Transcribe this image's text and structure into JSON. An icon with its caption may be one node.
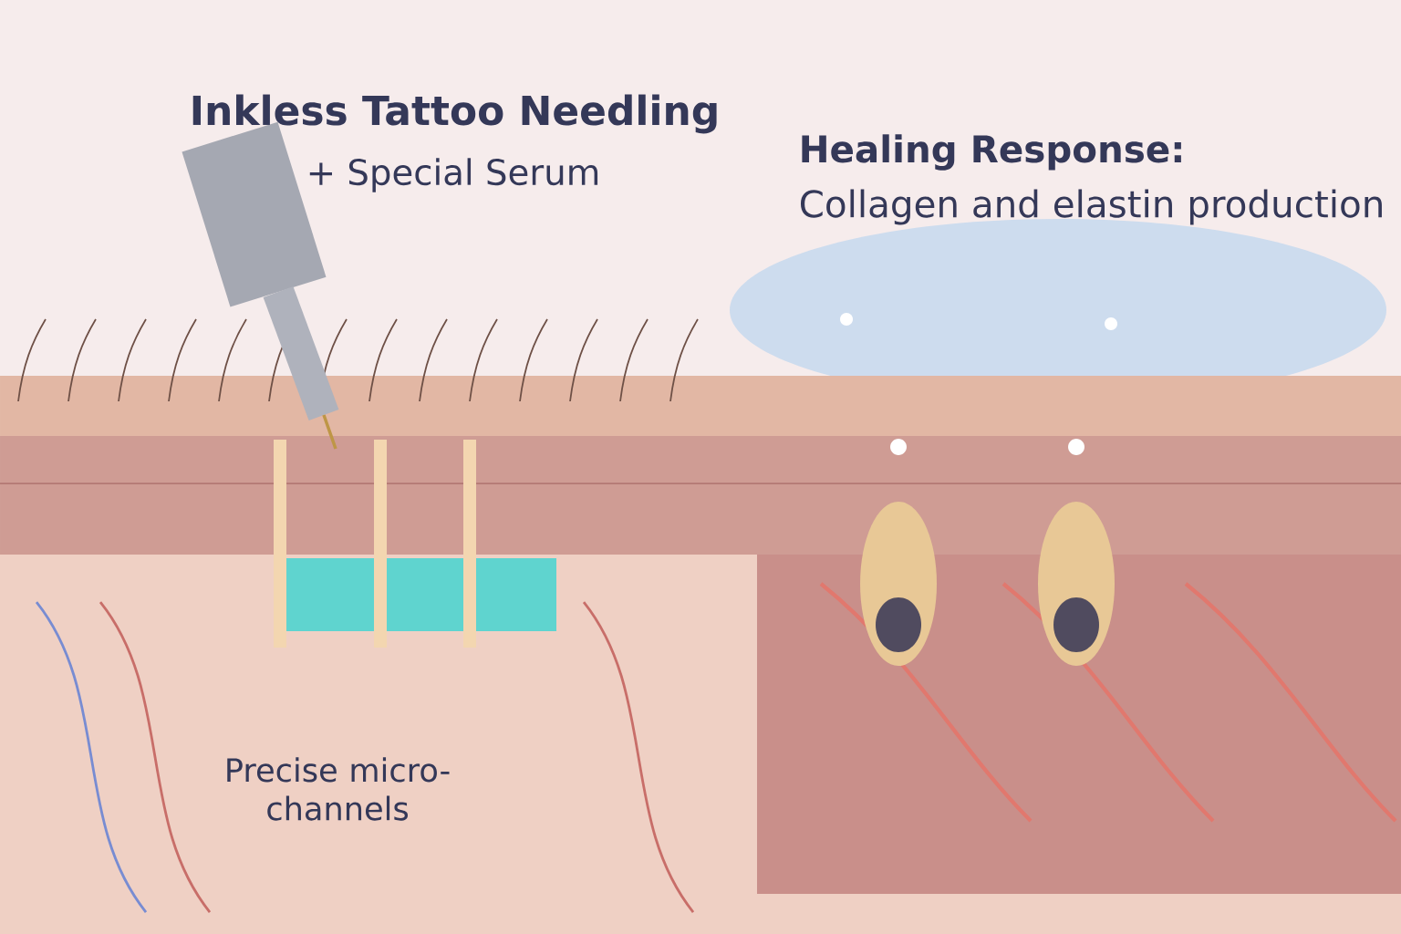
{
  "diagram": {
    "labels": [
      "Inkless Tattoo Needling",
      "+ Special Serum",
      "Healing Response:",
      "Collagen and elastin production",
      "Precise micro-channels"
    ]
  }
}
